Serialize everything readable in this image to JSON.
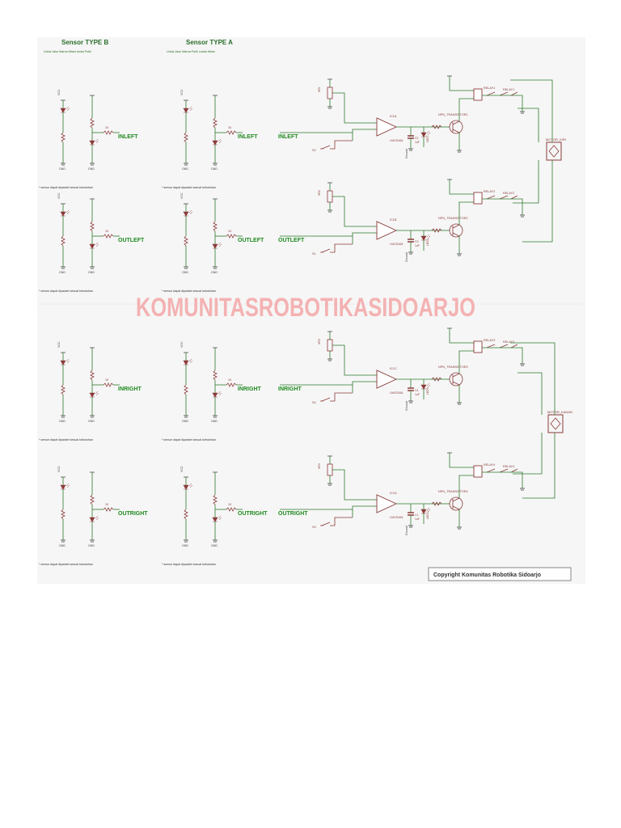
{
  "header": {
    "type_b_title": "Sensor TYPE B",
    "type_b_subtitle": "Untuk Jalur Warna Hitam lantai Putih",
    "type_a_title": "Sensor TYPE A",
    "type_a_subtitle": "Untuk Jalur Warna Putih Lantai Hitam"
  },
  "watermark": "KOMUNITASROBOTIKASIDOARJO",
  "copyright": "Copyright Komunitas Robotika Sidoarjo",
  "note": "* sensor dapat diparalel sesuai kebutuhan",
  "labels": {
    "vcc": "VCC",
    "gnd": "GND",
    "ground": "Ground",
    "cap_value": "1uF",
    "res_value": "1K",
    "npn": "NPN_TRANSISTOR",
    "motor_left": "MOTOR_KIRI",
    "motor_right": "MOTOR_KANAN"
  },
  "channels": [
    {
      "signal": "INLEFT",
      "opamp": "IC1A",
      "opamp_part": "LMV324M",
      "transistor": "NPN_TRANSISTOR1",
      "relay_a": "RELAY1",
      "relay_b": "RELAY1",
      "switch": "S2",
      "pot": "VR1",
      "cap": "C2",
      "led": "LED7"
    },
    {
      "signal": "OUTLEFT",
      "opamp": "IC1B",
      "opamp_part": "LMV324M",
      "transistor": "NPN_TRANSISTOR2",
      "relay_a": "RELAY2",
      "relay_b": "RELAY2",
      "switch": "S1",
      "pot": "VR2",
      "cap": "C3",
      "led": "LED8"
    },
    {
      "signal": "INRIGHT",
      "opamp": "IC1C",
      "opamp_part": "LMV324M",
      "transistor": "NPN_TRANSISTOR3",
      "relay_a": "RELAY3",
      "relay_b": "RELAY3",
      "switch": "S4",
      "pot": "VR3",
      "cap": "C4",
      "led": "LED9"
    },
    {
      "signal": "OUTRIGHT",
      "opamp": "IC1D",
      "opamp_part": "LMV324M",
      "transistor": "NPN_TRANSISTOR4",
      "relay_a": "RELAY4",
      "relay_b": "RELAY4",
      "switch": "S3",
      "pot": "VR4",
      "cap": "C1",
      "led": "LED10"
    }
  ],
  "colors": {
    "wire": "#2d7a2d",
    "component": "#8b3a3a",
    "net_label": "#1f8a1f",
    "title": "#2a6e2a",
    "watermark": "#f4a7a7",
    "sheet": "#f6f6f6"
  }
}
